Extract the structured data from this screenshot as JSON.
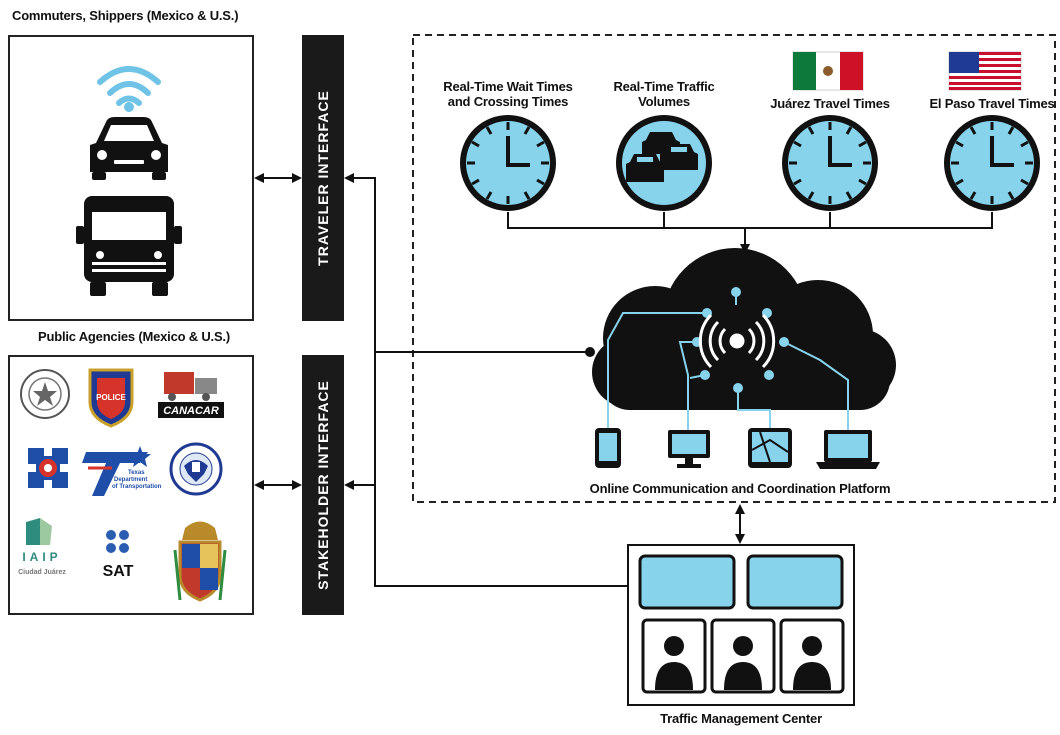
{
  "users_box_title": "Commuters, Shippers (Mexico & U.S.)",
  "agencies_box_title": "Public Agencies (Mexico & U.S.)",
  "traveler_interface_label": "TRAVELER INTERFACE",
  "stakeholder_interface_label": "STAKEHOLDER INTERFACE",
  "clocks": [
    {
      "line1": "Real-Time Wait Times",
      "line2": "and Crossing Times",
      "icon": "clock-icon"
    },
    {
      "line1": "Real-Time Traffic",
      "line2": "Volumes",
      "icon": "traffic-icon"
    },
    {
      "line1": "Juárez Travel Times",
      "line2": "",
      "icon": "clock-icon",
      "flag": "mexico-flag"
    },
    {
      "line1": "El Paso Travel Times",
      "line2": "",
      "icon": "clock-icon",
      "flag": "us-flag"
    }
  ],
  "platform_label": "Online Communication and Coordination Platform",
  "tmc_label": "Traffic Management Center",
  "agency_logos": {
    "canacar": "CANACAR",
    "iaip": "IAIP",
    "iaip_sub": "Ciudad Juárez",
    "sat": "SAT",
    "txdot1": "Texas",
    "txdot2": "Department",
    "txdot3": "of Transportation",
    "police": "POLICE"
  },
  "colors": {
    "accent": "#87d3ec",
    "dark": "#111111",
    "dashed_border": "#222222"
  }
}
